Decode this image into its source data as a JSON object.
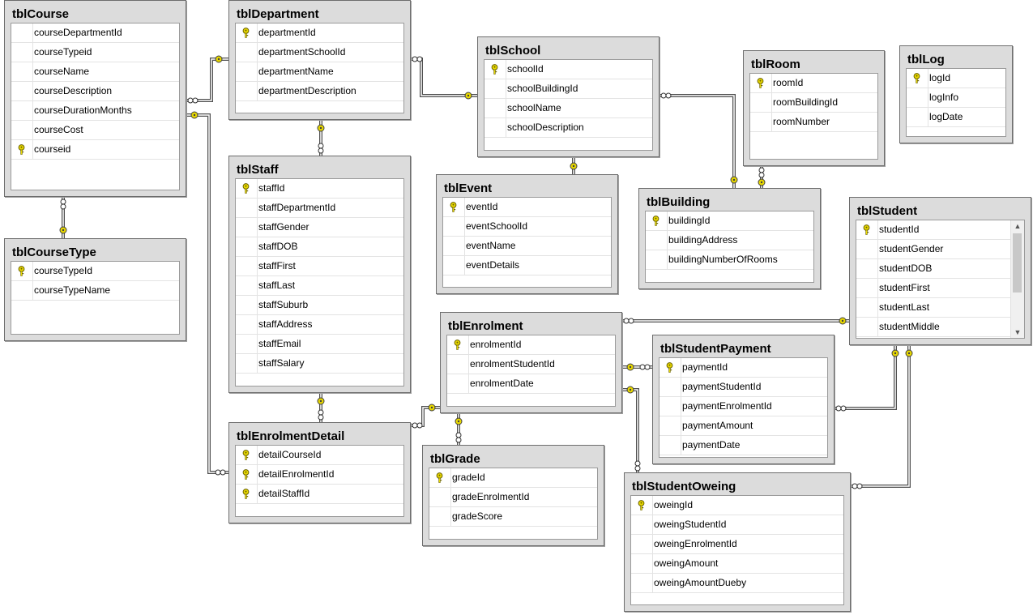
{
  "tables": [
    {
      "name": "tblCourse",
      "columns": [
        {
          "name": "courseDepartmentId",
          "pk": false
        },
        {
          "name": "courseTypeid",
          "pk": false
        },
        {
          "name": "courseName",
          "pk": false
        },
        {
          "name": "courseDescription",
          "pk": false
        },
        {
          "name": "courseDurationMonths",
          "pk": false
        },
        {
          "name": "courseCost",
          "pk": false
        },
        {
          "name": "courseid",
          "pk": true
        }
      ]
    },
    {
      "name": "tblCourseType",
      "columns": [
        {
          "name": "courseTypeId",
          "pk": true
        },
        {
          "name": "courseTypeName",
          "pk": false
        }
      ]
    },
    {
      "name": "tblDepartment",
      "columns": [
        {
          "name": "departmentId",
          "pk": true
        },
        {
          "name": "departmentSchoolId",
          "pk": false
        },
        {
          "name": "departmentName",
          "pk": false
        },
        {
          "name": "departmentDescription",
          "pk": false
        }
      ]
    },
    {
      "name": "tblStaff",
      "columns": [
        {
          "name": "staffId",
          "pk": true
        },
        {
          "name": "staffDepartmentId",
          "pk": false
        },
        {
          "name": "staffGender",
          "pk": false
        },
        {
          "name": "staffDOB",
          "pk": false
        },
        {
          "name": "staffFirst",
          "pk": false
        },
        {
          "name": "staffLast",
          "pk": false
        },
        {
          "name": "staffSuburb",
          "pk": false
        },
        {
          "name": "staffAddress",
          "pk": false
        },
        {
          "name": "staffEmail",
          "pk": false
        },
        {
          "name": "staffSalary",
          "pk": false
        }
      ]
    },
    {
      "name": "tblEnrolmentDetail",
      "columns": [
        {
          "name": "detailCourseId",
          "pk": true
        },
        {
          "name": "detailEnrolmentId",
          "pk": true
        },
        {
          "name": "detailStaffId",
          "pk": true
        }
      ]
    },
    {
      "name": "tblSchool",
      "columns": [
        {
          "name": "schoolId",
          "pk": true
        },
        {
          "name": "schoolBuildingId",
          "pk": false
        },
        {
          "name": "schoolName",
          "pk": false
        },
        {
          "name": "schoolDescription",
          "pk": false
        }
      ]
    },
    {
      "name": "tblEvent",
      "columns": [
        {
          "name": "eventId",
          "pk": true
        },
        {
          "name": "eventSchoolId",
          "pk": false
        },
        {
          "name": "eventName",
          "pk": false
        },
        {
          "name": "eventDetails",
          "pk": false
        }
      ]
    },
    {
      "name": "tblRoom",
      "columns": [
        {
          "name": "roomId",
          "pk": true
        },
        {
          "name": "roomBuildingId",
          "pk": false
        },
        {
          "name": "roomNumber",
          "pk": false
        }
      ]
    },
    {
      "name": "tblLog",
      "columns": [
        {
          "name": "logId",
          "pk": true
        },
        {
          "name": "logInfo",
          "pk": false
        },
        {
          "name": "logDate",
          "pk": false
        }
      ]
    },
    {
      "name": "tblBuilding",
      "columns": [
        {
          "name": "buildingId",
          "pk": true
        },
        {
          "name": "buildingAddress",
          "pk": false
        },
        {
          "name": "buildingNumberOfRooms",
          "pk": false
        }
      ]
    },
    {
      "name": "tblStudent",
      "columns": [
        {
          "name": "studentId",
          "pk": true
        },
        {
          "name": "studentGender",
          "pk": false
        },
        {
          "name": "studentDOB",
          "pk": false
        },
        {
          "name": "studentFirst",
          "pk": false
        },
        {
          "name": "studentLast",
          "pk": false
        },
        {
          "name": "studentMiddle",
          "pk": false
        }
      ]
    },
    {
      "name": "tblEnrolment",
      "columns": [
        {
          "name": "enrolmentId",
          "pk": true
        },
        {
          "name": "enrolmentStudentId",
          "pk": false
        },
        {
          "name": "enrolmentDate",
          "pk": false
        }
      ]
    },
    {
      "name": "tblStudentPayment",
      "columns": [
        {
          "name": "paymentId",
          "pk": true
        },
        {
          "name": "paymentStudentId",
          "pk": false
        },
        {
          "name": "paymentEnrolmentId",
          "pk": false
        },
        {
          "name": "paymentAmount",
          "pk": false
        },
        {
          "name": "paymentDate",
          "pk": false
        }
      ]
    },
    {
      "name": "tblGrade",
      "columns": [
        {
          "name": "gradeId",
          "pk": true
        },
        {
          "name": "gradeEnrolmentId",
          "pk": false
        },
        {
          "name": "gradeScore",
          "pk": false
        }
      ]
    },
    {
      "name": "tblStudentOweing",
      "columns": [
        {
          "name": "oweingId",
          "pk": true
        },
        {
          "name": "oweingStudentId",
          "pk": false
        },
        {
          "name": "oweingEnrolmentId",
          "pk": false
        },
        {
          "name": "oweingAmount",
          "pk": false
        },
        {
          "name": "oweingAmountDueby",
          "pk": false
        }
      ]
    }
  ],
  "colors": {
    "table_bg": "#dcdcdc",
    "grid_bg": "#ffffff",
    "key_fill": "#e8d800",
    "line": "#505050"
  },
  "icons": {
    "primary_key": "key-icon",
    "many_end": "infinity-icon",
    "one_end": "key-icon"
  }
}
